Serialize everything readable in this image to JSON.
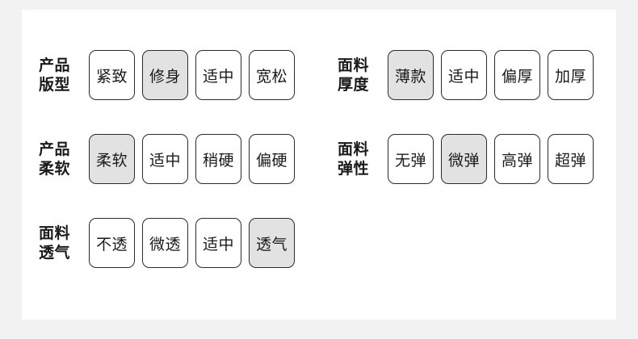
{
  "theme": {
    "page_background": "#f2f2f2",
    "card_background": "#ffffff",
    "option_border": "#2b2b2b",
    "option_selected_background": "#e2e2e2",
    "text_color": "#1a1a1a"
  },
  "columns": {
    "left": {
      "groups": [
        {
          "label_line1": "产品",
          "label_line2": "版型",
          "label_full": "产品版型",
          "selected_index": 1,
          "options": [
            {
              "label": "紧致"
            },
            {
              "label": "修身"
            },
            {
              "label": "适中"
            },
            {
              "label": "宽松"
            }
          ]
        },
        {
          "label_line1": "产品",
          "label_line2": "柔软",
          "label_full": "产品柔软",
          "selected_index": 0,
          "options": [
            {
              "label": "柔软"
            },
            {
              "label": "适中"
            },
            {
              "label": "稍硬"
            },
            {
              "label": "偏硬"
            }
          ]
        },
        {
          "label_line1": "面料",
          "label_line2": "透气",
          "label_full": "面料透气",
          "selected_index": 3,
          "options": [
            {
              "label": "不透"
            },
            {
              "label": "微透"
            },
            {
              "label": "适中"
            },
            {
              "label": "透气"
            }
          ]
        }
      ]
    },
    "right": {
      "groups": [
        {
          "label_line1": "面料",
          "label_line2": "厚度",
          "label_full": "面料厚度",
          "selected_index": 0,
          "options": [
            {
              "label": "薄款"
            },
            {
              "label": "适中"
            },
            {
              "label": "偏厚"
            },
            {
              "label": "加厚"
            }
          ]
        },
        {
          "label_line1": "面料",
          "label_line2": "弹性",
          "label_full": "面料弹性",
          "selected_index": 1,
          "options": [
            {
              "label": "无弹"
            },
            {
              "label": "微弹"
            },
            {
              "label": "高弹"
            },
            {
              "label": "超弹"
            }
          ]
        }
      ]
    }
  }
}
